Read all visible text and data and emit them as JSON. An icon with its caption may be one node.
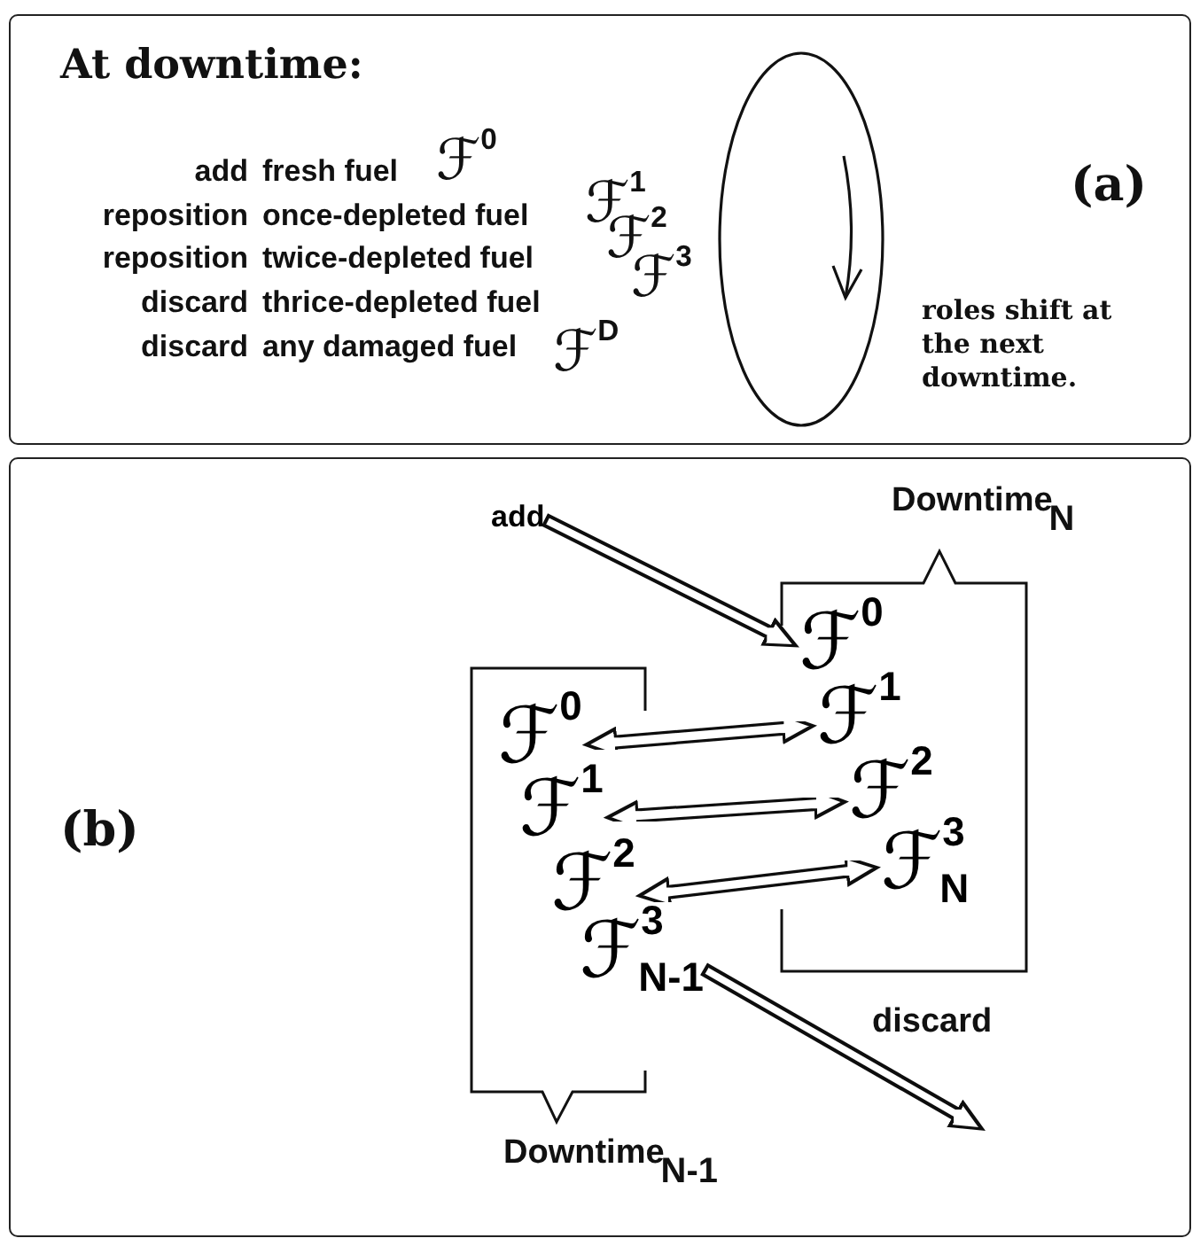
{
  "diagram": {
    "nodes": [
      {
        "text": [
          "At downtime:",
          "(a)"
        ]
      },
      {
        "text": [
          "(b)"
        ]
      },
      {
        "text": [
          "Downtime$_{N}$"
        ],
        "in": 1
      },
      {
        "text": [
          "ℱ$^{0}$"
        ],
        "in": 2
      },
      {
        "text": [
          "ℱ$^{1}$"
        ],
        "in": 2
      },
      {
        "text": [
          "ℱ$^{2}$"
        ],
        "in": 2
      },
      {
        "text": [
          "ℱ$^{3}$$_{N}$"
        ],
        "in": 2
      },
      {
        "text": [
          "Downtime$_{N-1}$"
        ],
        "in": 1
      },
      {
        "text": [
          "ℱ$^{0}$"
        ],
        "in": 7
      },
      {
        "text": [
          "ℱ$^{1}$"
        ],
        "in": 7
      },
      {
        "text": [
          "ℱ$^{2}$"
        ],
        "in": 7
      },
      {
        "text": [
          "ℱ$^{3}$$_{N-1}$"
        ],
        "in": 7
      },
      {
        "text": [
          "add"
        ],
        "in": 1
      }
    ],
    "edges": [
      {
        "from": 12,
        "to": 3,
        "arrow": "to"
      },
      {
        "from": 8,
        "to": 4,
        "arrow": "both"
      },
      {
        "from": 9,
        "to": 5,
        "arrow": "both"
      },
      {
        "from": 10,
        "to": 6,
        "arrow": "both"
      },
      {
        "from": 11,
        "to": null,
        "arrow": "to",
        "label": "discard"
      }
    ],
    "labels": [
      "add",
      "fresh fuel",
      "ℱ$^{0}$",
      "reposition",
      "once-depleted fuel",
      "ℱ$^{1}$",
      "reposition",
      "twice-depleted fuel",
      "ℱ$^{2}$",
      "discard",
      "thrice-depleted fuel",
      "ℱ$^{3}$",
      "discard",
      "any damaged fuel",
      "ℱ$^{D}$",
      "roles shift at the next downtime."
    ]
  }
}
